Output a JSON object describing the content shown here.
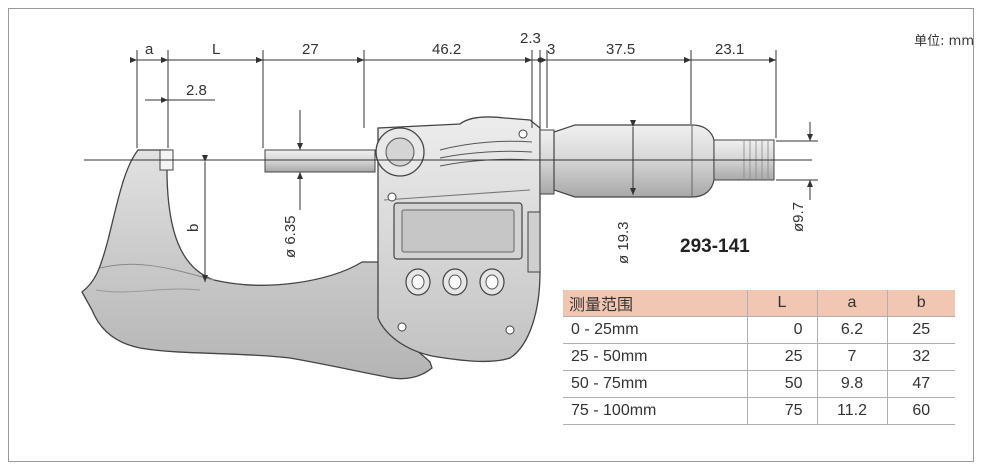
{
  "unit_label": "单位: mm",
  "model_number": "293-141",
  "dimensions": {
    "a": "a",
    "L": "L",
    "d27": "27",
    "d46_2": "46.2",
    "d2_3": "2.3",
    "d3": "3",
    "d37_5": "37.5",
    "d23_1": "23.1",
    "d2_8": "2.8",
    "b": "b",
    "dia_6_35": "ø 6.35",
    "dia_19_3": "ø 19.3",
    "dia_9_7": "ø9.7"
  },
  "table": {
    "headers": [
      "测量范围",
      "L",
      "a",
      "b"
    ],
    "rows": [
      [
        "0 - 25mm",
        "0",
        "6.2",
        "25"
      ],
      [
        "25 - 50mm",
        "25",
        "7",
        "32"
      ],
      [
        "50 - 75mm",
        "50",
        "9.8",
        "47"
      ],
      [
        "75 - 100mm",
        "75",
        "11.2",
        "60"
      ]
    ]
  }
}
